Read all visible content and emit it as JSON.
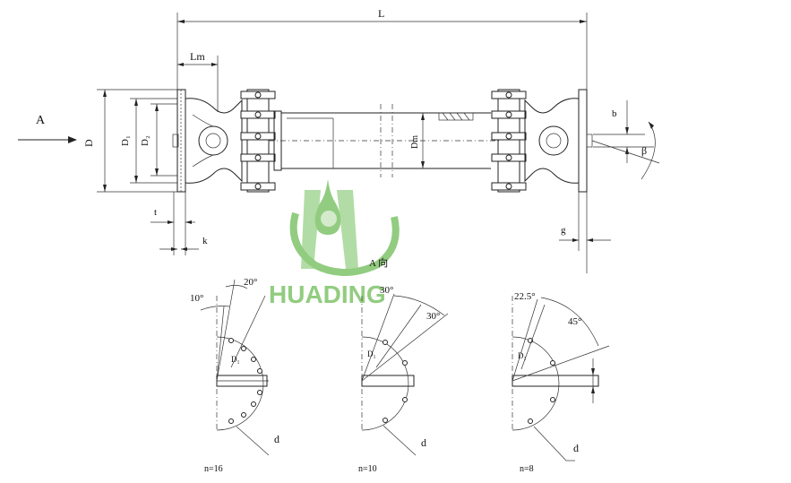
{
  "labels": {
    "L": "L",
    "Lm": "Lm",
    "A": "A",
    "D": "D",
    "D1": "D₁",
    "D2": "D₂",
    "Dm": "Dm",
    "t": "t",
    "k": "k",
    "b": "b",
    "beta": "β",
    "g": "g",
    "view_A": "A 向"
  },
  "logo": {
    "text": "HUADING",
    "color": "#7fc46a"
  },
  "flange_views": [
    {
      "n": "n=16",
      "angle1": "10°",
      "angle2": "20°",
      "pcd": "D₁",
      "hole": "d"
    },
    {
      "n": "n=10",
      "angle1": "30°",
      "angle2": "30°",
      "pcd": "D₁",
      "hole": "d"
    },
    {
      "n": "n=8",
      "angle1": "22.5°",
      "angle2": "45°",
      "pcd": "D₁",
      "hole": "d"
    }
  ]
}
